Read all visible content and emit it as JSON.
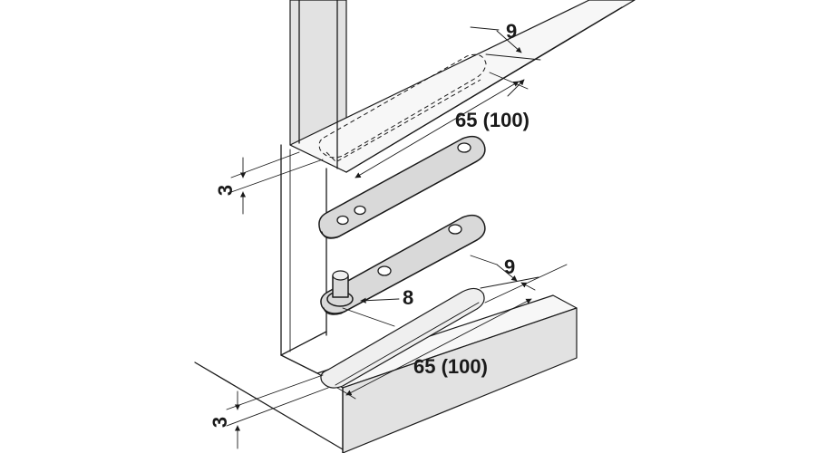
{
  "labels": {
    "top_width": "9",
    "top_length": "65 (100)",
    "top_depth": "3",
    "pin_offset": "8",
    "bottom_width": "9",
    "bottom_length": "65 (100)",
    "bottom_depth": "3"
  },
  "colors": {
    "line": "#1a1a1a",
    "plate_fill": "#d9d9d9",
    "background": "#ffffff"
  }
}
